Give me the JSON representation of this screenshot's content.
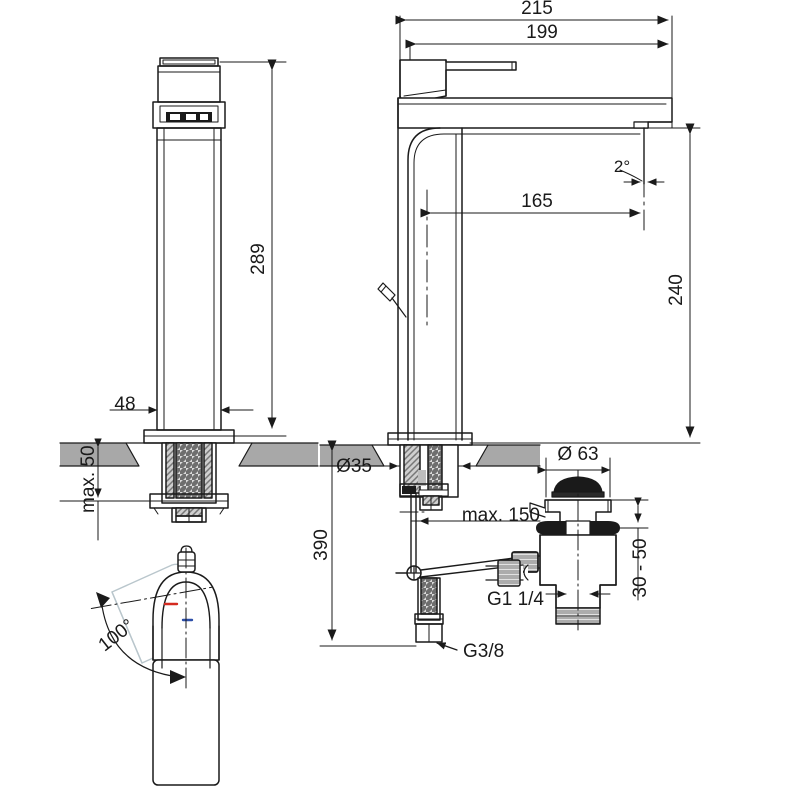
{
  "drawing": {
    "title": "Basin mixer tall vessel technical dimension drawing",
    "units": "mm",
    "line_color": "#1a1a1a",
    "counter_fill": "#a8a8a8",
    "hatch_fill": "#9a9a9a",
    "accent_red": "#d42a20",
    "accent_blue": "#2d4fa8"
  },
  "views": {
    "front": {
      "name": "front-elevation-view",
      "dimensions": {
        "height_total": "289",
        "body_width": "48",
        "counter_thickness": "max. 50"
      }
    },
    "side": {
      "name": "side-elevation-view",
      "dimensions": {
        "overall_reach": "215",
        "spout_reach": "199",
        "projection": "165",
        "spout_height": "240",
        "outlet_angle": "2°",
        "mount_hole": "Ø35",
        "supply_length": "390",
        "rod_reach": "max. 150",
        "supply_thread": "G3/8"
      }
    },
    "top": {
      "name": "top-swivel-view",
      "dimensions": {
        "swivel_angle": "100°"
      }
    },
    "waste": {
      "name": "pop-up-waste-assembly-view",
      "dimensions": {
        "cap_diameter": "Ø 63",
        "basin_thickness": "30 - 50",
        "outlet_thread": "G1 1/4"
      }
    }
  },
  "labels": {
    "d215": "215",
    "d199": "199",
    "d165": "165",
    "d240": "240",
    "d2deg": "2°",
    "d289": "289",
    "d48": "48",
    "dmax50": "max. 50",
    "d100deg": "100°",
    "d35": "Ø35",
    "d390": "390",
    "dmax150": "max. 150",
    "dG38": "G3/8",
    "d63": "Ø 63",
    "d3050": "30 - 50",
    "dG114": "G1 1/4"
  }
}
